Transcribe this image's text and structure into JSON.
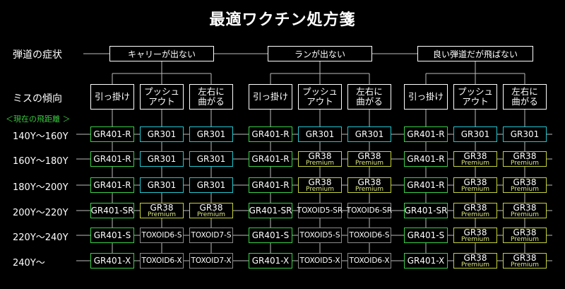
{
  "title": "最適ワクチン処方箋",
  "row_labels": {
    "symptom": "弾道の症状",
    "tendency": "ミスの傾向",
    "distance": "＜現在の飛距離 ＞"
  },
  "symptoms": [
    "キャリーが出ない",
    "ランが出ない",
    "良い弾道だが飛ばない"
  ],
  "miss_types": [
    "引っ掛け",
    "プッシュ\nアウト",
    "左右に\n曲がる"
  ],
  "distances": [
    "140Y〜160Y",
    "160Y〜180Y",
    "180Y〜200Y",
    "200Y〜220Y",
    "220Y〜240Y",
    "240Y〜"
  ],
  "colors": {
    "green": "#3bd048",
    "cyan": "#23c7cf",
    "yellow": "#c5d23a",
    "gray": "#8a8a8a"
  },
  "grid": [
    [
      {
        "t": "GR401-R",
        "c": "green"
      },
      {
        "t": "GR301",
        "c": "cyan"
      },
      {
        "t": "GR301",
        "c": "cyan"
      },
      {
        "t": "GR401-R",
        "c": "green"
      },
      {
        "t": "GR301",
        "c": "cyan"
      },
      {
        "t": "GR301",
        "c": "cyan"
      },
      {
        "t": "GR401-R",
        "c": "green"
      },
      {
        "t": "GR301",
        "c": "cyan"
      },
      {
        "t": "GR301",
        "c": "cyan"
      }
    ],
    [
      {
        "t": "GR401-R",
        "c": "green"
      },
      {
        "t": "GR301",
        "c": "cyan"
      },
      {
        "t": "GR301",
        "c": "cyan"
      },
      {
        "t": "GR401-R",
        "c": "green"
      },
      {
        "t": "GR38",
        "s": "Premium",
        "c": "yellow"
      },
      {
        "t": "GR38",
        "s": "Premium",
        "c": "yellow"
      },
      {
        "t": "GR401-R",
        "c": "green"
      },
      {
        "t": "GR38",
        "s": "Premium",
        "c": "yellow"
      },
      {
        "t": "GR38",
        "s": "Premium",
        "c": "yellow"
      }
    ],
    [
      {
        "t": "GR401-R",
        "c": "green"
      },
      {
        "t": "GR301",
        "c": "cyan"
      },
      {
        "t": "GR301",
        "c": "cyan"
      },
      {
        "t": "GR401-R",
        "c": "green"
      },
      {
        "t": "GR38",
        "s": "Premium",
        "c": "yellow"
      },
      {
        "t": "GR38",
        "s": "Premium",
        "c": "yellow"
      },
      {
        "t": "GR401-R",
        "c": "green"
      },
      {
        "t": "GR38",
        "s": "Premium",
        "c": "yellow"
      },
      {
        "t": "GR38",
        "s": "Premium",
        "c": "yellow"
      }
    ],
    [
      {
        "t": "GR401-SR",
        "c": "green"
      },
      {
        "t": "GR38",
        "s": "Premium",
        "c": "yellow"
      },
      {
        "t": "GR38",
        "s": "Premium",
        "c": "yellow"
      },
      {
        "t": "GR401-SR",
        "c": "green"
      },
      {
        "t": "TOXOID5-SR",
        "c": "gray"
      },
      {
        "t": "TOXOID6-SR",
        "c": "gray"
      },
      {
        "t": "GR401-SR",
        "c": "green"
      },
      {
        "t": "GR38",
        "s": "Premium",
        "c": "yellow"
      },
      {
        "t": "GR38",
        "s": "Premium",
        "c": "yellow"
      }
    ],
    [
      {
        "t": "GR401-S",
        "c": "green"
      },
      {
        "t": "TOXOID6-S",
        "c": "gray"
      },
      {
        "t": "TOXOID7-S",
        "c": "gray"
      },
      {
        "t": "GR401-S",
        "c": "green"
      },
      {
        "t": "TOXOID5-S",
        "c": "gray"
      },
      {
        "t": "TOXOID6-S",
        "c": "gray"
      },
      {
        "t": "GR401-S",
        "c": "green"
      },
      {
        "t": "GR38",
        "s": "Premium",
        "c": "yellow"
      },
      {
        "t": "GR38",
        "s": "Premium",
        "c": "yellow"
      }
    ],
    [
      {
        "t": "GR401-X",
        "c": "green"
      },
      {
        "t": "TOXOID6-X",
        "c": "gray"
      },
      {
        "t": "TOXOID7-X",
        "c": "gray"
      },
      {
        "t": "GR401-X",
        "c": "green"
      },
      {
        "t": "TOXOID5-X",
        "c": "gray"
      },
      {
        "t": "TOXOID6-X",
        "c": "gray"
      },
      {
        "t": "GR401-X",
        "c": "green"
      },
      {
        "t": "GR38",
        "s": "Premium",
        "c": "yellow"
      },
      {
        "t": "GR38",
        "s": "Premium",
        "c": "yellow"
      }
    ]
  ]
}
